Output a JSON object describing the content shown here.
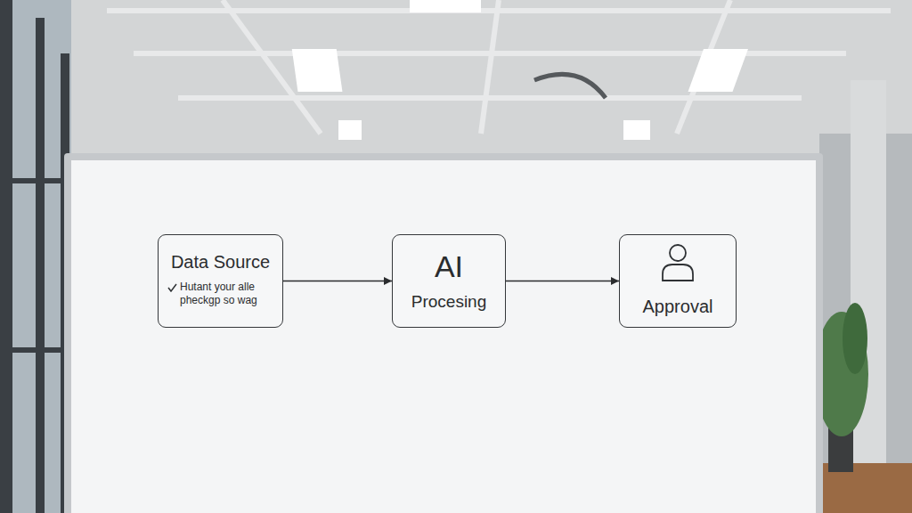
{
  "diagram": {
    "nodes": [
      {
        "text": [
          "Data Source",
          "Hutant your alle pheckgp so wag"
        ]
      },
      {
        "text": [
          "AI",
          "Procesing"
        ]
      },
      {
        "text": [
          "Approval"
        ]
      }
    ],
    "edges": [
      {
        "from": 0,
        "to": 1,
        "arrow": "to"
      },
      {
        "from": 1,
        "to": 2,
        "arrow": "to"
      }
    ]
  }
}
